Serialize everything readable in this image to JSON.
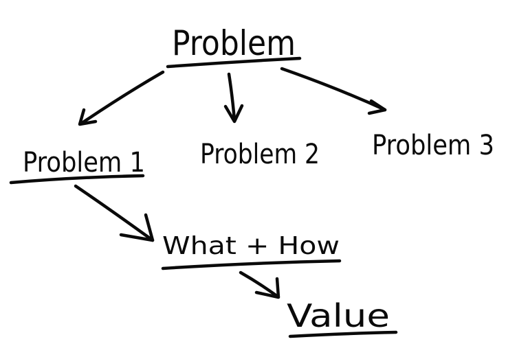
{
  "diagram": {
    "nodes": {
      "root": "Problem",
      "child1": "Problem 1",
      "child2": "Problem 2",
      "child3": "Problem 3",
      "what_how": "What + How",
      "value": "Value"
    },
    "edges": [
      {
        "from": "Problem",
        "to": "Problem 1"
      },
      {
        "from": "Problem",
        "to": "Problem 2"
      },
      {
        "from": "Problem",
        "to": "Problem 3"
      },
      {
        "from": "Problem 1",
        "to": "What + How"
      },
      {
        "from": "What + How",
        "to": "Value"
      }
    ],
    "underlined": [
      "Problem",
      "Problem 1",
      "What + How",
      "Value"
    ],
    "ink_color": "#0a0a0a",
    "background_color": "#ffffff"
  }
}
